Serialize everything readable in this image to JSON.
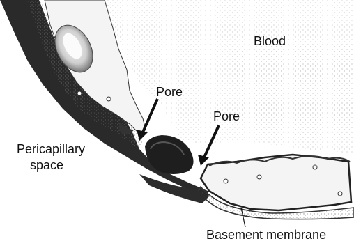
{
  "labels": {
    "blood": "Blood",
    "pore_upper": "Pore",
    "pore_lower": "Pore",
    "pericapillary_line1": "Pericapillary",
    "pericapillary_line2": "space",
    "basement_membrane": "Basement membrane"
  },
  "colors": {
    "ink": "#111111",
    "cell_fill": "#f3f3f3",
    "shade": "#555555",
    "membrane": "#2a2a2a",
    "nucleus_dark": "#1c1c1c",
    "stipple": "#9a9a9a"
  }
}
